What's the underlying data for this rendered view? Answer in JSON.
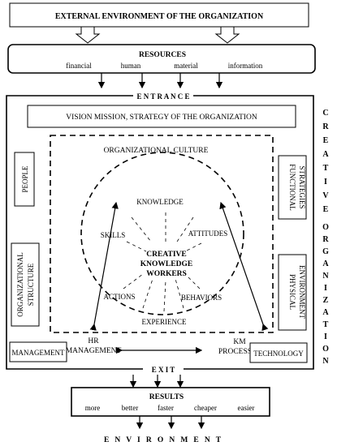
{
  "external_environment": "EXTERNAL ENVIRONMENT OF THE ORGANIZATION",
  "resources": {
    "title": "RESOURCES",
    "items": [
      "financial",
      "human",
      "material",
      "information"
    ]
  },
  "entrance": "E N T R A N C E",
  "vision": "VISION MISSION, STRATEGY OF THE ORGANIZATION",
  "org_culture": "ORGANIZATIONAL CULTURE",
  "left_boxes": {
    "people": "PEOPLE",
    "structure": [
      "ORGANIZATIONAL",
      "STRUCTURE"
    ]
  },
  "right_boxes": {
    "functional": [
      "FUNCTIONAL",
      "STRATEGIES"
    ],
    "physical": [
      "PHYSICAL",
      "ENVIRONMENT"
    ]
  },
  "circle_labels": {
    "knowledge": "KNOWLEDGE",
    "skills": "SKILLS",
    "attitudes": "ATTITUDES",
    "actions": "ACTIONS",
    "behaviors": "BEHAVIORS",
    "experience": "EXPERIENCE"
  },
  "center": [
    "CREATIVE",
    "KNOWLEDGE",
    "WORKERS"
  ],
  "hr": [
    "HR",
    "MANAGEMENT"
  ],
  "km": [
    "KM",
    "PROCESSES"
  ],
  "management": "MANAGEMENT",
  "technology": "TECHNOLOGY",
  "exit": "E X I T",
  "results": {
    "title": "RESULTS",
    "items": [
      "more",
      "better",
      "faster",
      "cheaper",
      "easier"
    ]
  },
  "environment": "E   N   V   I   R   O   N   M   E   N   T",
  "side_label": {
    "word1": [
      "C",
      "R",
      "E",
      "A",
      "T",
      "I",
      "V",
      "E"
    ],
    "word2": [
      "O",
      "R",
      "G",
      "A",
      "N",
      "I",
      "Z",
      "A",
      "T",
      "I",
      "O",
      "N"
    ]
  }
}
